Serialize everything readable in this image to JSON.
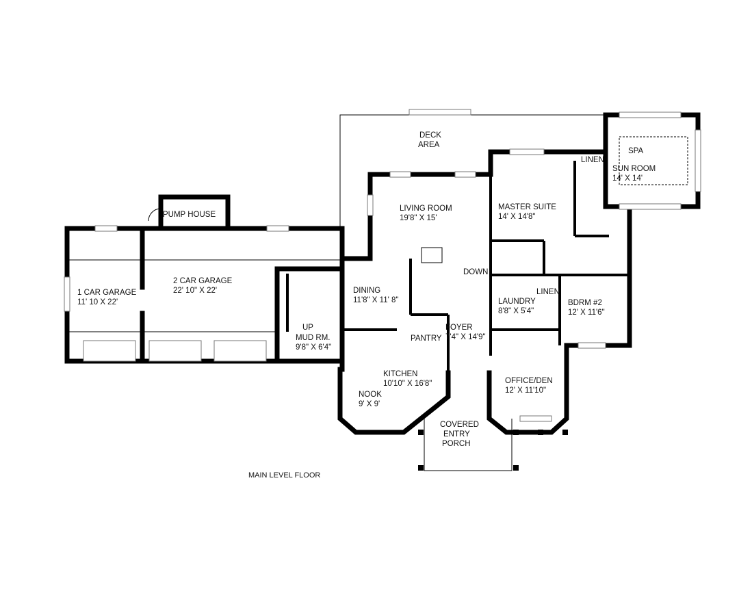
{
  "title": "MAIN LEVEL FLOOR",
  "rooms": {
    "pump_house": {
      "name": "PUMP HOUSE"
    },
    "one_car_garage": {
      "name": "1 CAR GARAGE",
      "size": "11' 10 X 22'"
    },
    "two_car_garage": {
      "name": "2 CAR GARAGE",
      "size": "22' 10\" X 22'"
    },
    "mud_room": {
      "name": "MUD RM.",
      "size": "9'8\" X 6'4\"",
      "stair": "UP"
    },
    "deck": {
      "name": "DECK",
      "name2": "AREA"
    },
    "living_room": {
      "name": "LIVING ROOM",
      "size": "19'8\" X 15'"
    },
    "dining": {
      "name": "DINING",
      "size": "11'8\" X 11' 8\""
    },
    "stairs": {
      "label": "DOWN"
    },
    "pantry": {
      "name": "PANTRY"
    },
    "foyer": {
      "name": "FOYER",
      "size": "7'4\" X 14'9\""
    },
    "kitchen": {
      "name": "KITCHEN",
      "size": "10'10\" X 16'8\""
    },
    "nook": {
      "name": "NOOK",
      "size": "9' X 9'"
    },
    "master_suite": {
      "name": "MASTER SUITE",
      "size": "14' X 14'8\""
    },
    "linen_master": {
      "name": "LINEN"
    },
    "spa": {
      "name": "SPA"
    },
    "sun_room": {
      "name": "SUN ROOM",
      "size": "14' X 14'"
    },
    "laundry": {
      "name": "LAUNDRY",
      "size": "8'8\" X 5'4\""
    },
    "linen_hall": {
      "name": "LINEN"
    },
    "bedroom2": {
      "name": "BDRM #2",
      "size": "12' X 11'6\""
    },
    "office": {
      "name": "OFFICE/DEN",
      "size": "12' X 11'10\""
    },
    "porch": {
      "name": "COVERED",
      "name2": "ENTRY",
      "name3": "PORCH"
    }
  }
}
